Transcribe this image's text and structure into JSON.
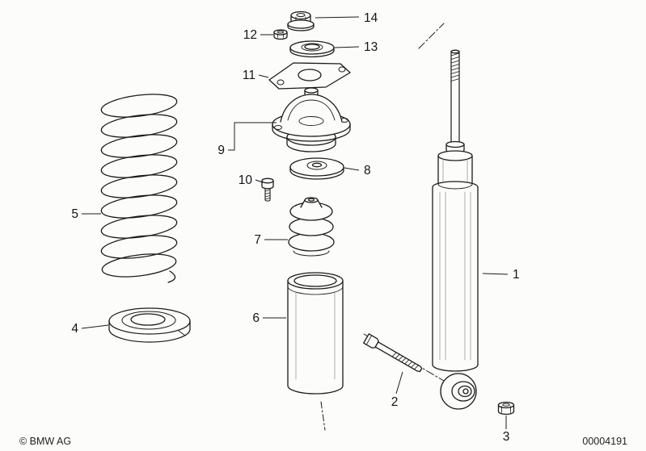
{
  "diagram": {
    "callouts": [
      "1",
      "2",
      "3",
      "4",
      "5",
      "6",
      "7",
      "8",
      "9",
      "10",
      "11",
      "12",
      "13",
      "14"
    ],
    "footer": {
      "copyright": "© BMW AG",
      "doc_number": "00004191"
    }
  }
}
